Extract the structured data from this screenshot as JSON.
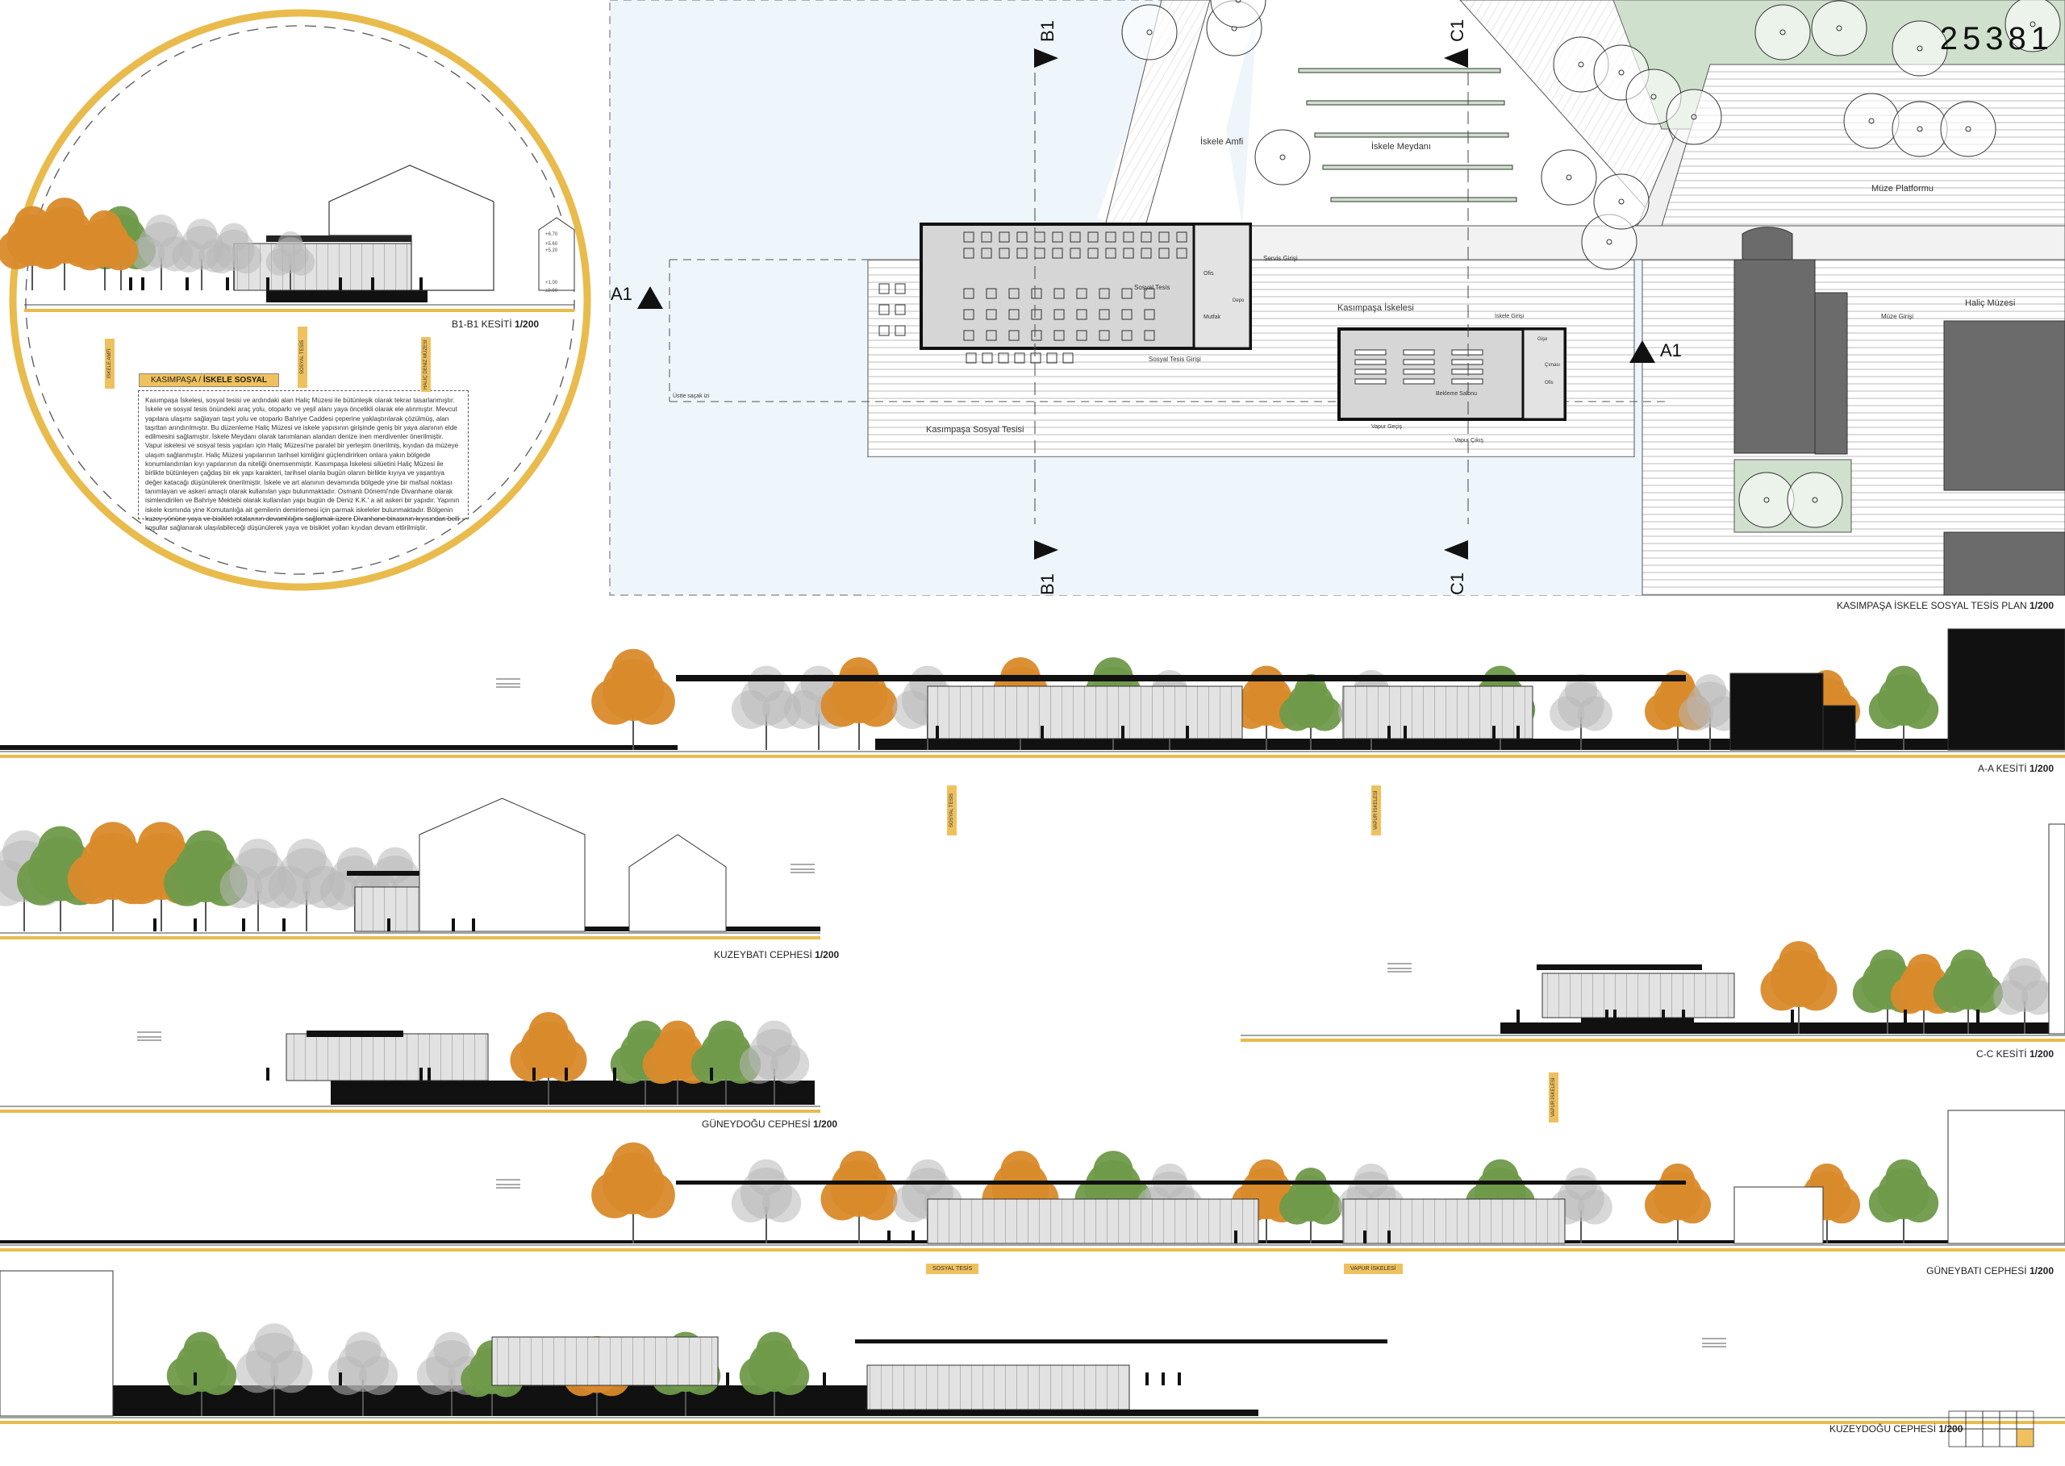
{
  "sheet_number": "25381",
  "plan": {
    "title": "KASIMPAŞA İSKELE SOSYAL TESİS PLAN",
    "scale": "1/200",
    "section_marks": {
      "a": "A1",
      "b": "B1",
      "c": "C1"
    },
    "labels": {
      "iskele_amfi": "İskele Amfi",
      "iskele_meydani": "İskele Meydanı",
      "muze_platformu": "Müze Platformu",
      "halic_muzesi": "Haliç Müzesi",
      "muze_girisi": "Müze Girişi",
      "servis_girisi": "Servis Girişi",
      "sosyal_tesis": "Sosyal Tesis",
      "sosyal_tesis_girisi": "Sosyal Tesis Girişi",
      "ofis": "Ofis",
      "mutfak": "Mutfak",
      "depo": "Depo",
      "kasimpasa_iskelesi": "Kasımpaşa İskelesi",
      "iskele_girisi": "İskele Girişi",
      "bekleme_salonu": "Bekleme Salonu",
      "gise": "Gişe",
      "cimasi": "Çıması",
      "vapur_gecis": "Vapur Geçiş",
      "vapur_cikis": "Vapur Çıkış",
      "kasimpasa_sosyal_tesisi": "Kasımpaşa Sosyal Tesisi",
      "ustte_sacak_izi": "Üstte saçak izi"
    }
  },
  "b1_section": {
    "title": "B1-B1 KESİTİ",
    "scale": "1/200"
  },
  "tags": {
    "iskele_amfi": "İSKELE AMFİ",
    "sosyal_tesis": "SOSYAL TESİS",
    "halic_deniz_muzesi": "HALİÇ DENİZ MÜZESİ",
    "vapur_iskelesi": "VAPUR İSKELESİ"
  },
  "description": {
    "title_a": "KASIMPAŞA / ",
    "title_b": "İSKELE SOSYAL",
    "text": "Kasımpaşa İskelesi, sosyal tesisi ve ardındaki alan Haliç Müzesi ile bütünleşik olarak tekrar tasarlanmıştır. İskele ve sosyal tesis önündeki araç yolu, otoparkı ve yeşil alanı yaya öncelikli olarak ele alınmıştır. Mevcut yapılara ulaşımı sağlayan taşıt yolu ve otoparkı Bahriye Caddesi çeperine yaklaştırılarak çözülmüş, alan taşıttan arındırılmıştır. Bu düzenleme Haliç Müzesi ve iskele yapısının girişinde geniş bir yaya alanının elde edilmesini sağlamıştır. İskele Meydanı olarak tanımlanan alandan denize inen merdivenler önerilmiştir. Vapur iskelesi ve sosyal tesis yapıları için Haliç Müzesi'ne paralel bir yerleşim önerilmiş, kıyıdan da müzeye ulaşım sağlanmıştır. Haliç Müzesi yapılarının tarihsel kimliğini güçlendirirken onlara yakın bölgede konumlandırılan kıyı yapılarının da niteliği önemsenmiştir. Kasımpaşa İskelesi silüetini Haliç Müzesi ile birlikte bütünleyen çağdaş bir ek yapı karakteri, tarihsel olanla bugün olanın birlikte kıyıya ve yaşantıya değer katacağı düşünülerek önerilmiştir. İskele ve art alanının devamında bölgede yine bir mafsal noktası tanımlayan ve askeri amaçlı olarak kullanılan yapı bulunmaktadır. Osmanlı Dönemi'nde Divanhane olarak isimlendirilen ve Bahriye Mektebi olarak kullanılan yapı bugün de Deniz K.K.' a ait askeri bir yapıdır. Yapının iskele kısmında yine Komutanlığa ait gemilerin demirlemesi için parmak iskeleler bulunmaktadır. Bölgenin kuzey yönüne yaya ve bisiklet rotalarının devamlılığını sağlamak üzere Divanhane binasının kıyısından belli koşullar sağlanarak ulaşılabileceği düşünülerek yaya ve bisiklet yolları kıyıdan devam ettirilmiştir."
  },
  "levels": {
    "l1": "+6.70",
    "l2": "+5.60",
    "l3": "+5.20",
    "l4": "+1.00",
    "l5": "±0.00"
  },
  "drawings": {
    "aa": {
      "title": "A-A KESİTİ",
      "scale": "1/200"
    },
    "kuzeybati": {
      "title": "KUZEYBATI CEPHESİ",
      "scale": "1/200"
    },
    "cc": {
      "title": "C-C KESİTİ",
      "scale": "1/200"
    },
    "guneydogu": {
      "title": "GÜNEYDOĞU CEPHESİ",
      "scale": "1/200"
    },
    "guneybati": {
      "title": "GÜNEYBATI CEPHESİ",
      "scale": "1/200"
    },
    "kuzeydogu": {
      "title": "KUZEYDOĞU CEPHESİ",
      "scale": "1/200"
    }
  },
  "sheet_index": {
    "total": 10,
    "active": 10
  },
  "colors": {
    "accent": "#efc15e",
    "water": "#eef5fb",
    "green": "#cfe0cc",
    "museum": "#6b6b6b",
    "autumn": "#d98a2b",
    "tree_green": "#6f9a4a"
  }
}
